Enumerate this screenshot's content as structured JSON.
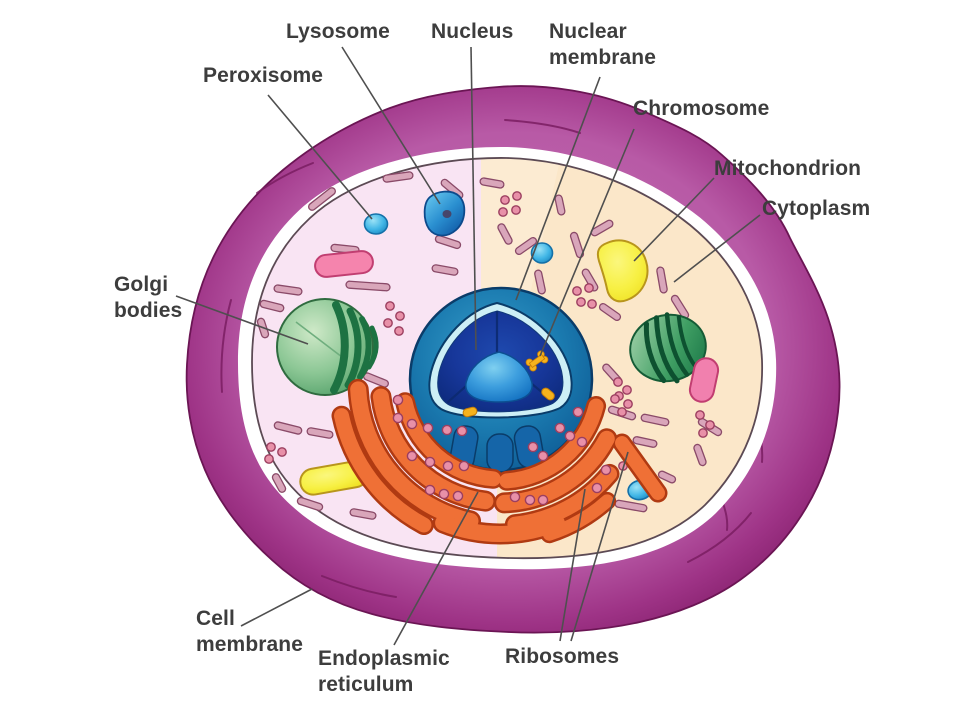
{
  "diagram": {
    "labels": [
      {
        "id": "peroxisome",
        "text": "Peroxisome"
      },
      {
        "id": "lysosome",
        "text": "Lysosome"
      },
      {
        "id": "nucleus",
        "text": "Nucleus"
      },
      {
        "id": "nuclear-membrane",
        "text": "Nuclear membrane"
      },
      {
        "id": "chromosome",
        "text": "Chromosome"
      },
      {
        "id": "mitochondrion",
        "text": "Mitochondrion"
      },
      {
        "id": "cytoplasm",
        "text": "Cytoplasm"
      },
      {
        "id": "golgi-bodies",
        "text": "Golgi bodies"
      },
      {
        "id": "cell-membrane",
        "text": "Cell membrane"
      },
      {
        "id": "endoplasmic-reticulum",
        "text": "Endoplasmic reticulum"
      },
      {
        "id": "ribosomes",
        "text": "Ribosomes"
      }
    ],
    "colors": {
      "background": "#ffffff",
      "cell_membrane_outer": "#871f6e",
      "cell_membrane_inner": "#bb60aa",
      "cytoplasm_left": "#f9e4f3",
      "cytoplasm_right": "#fbe7c9",
      "nucleus_outer": "#1b7bb0",
      "nucleoplasm": "#17379a",
      "nuclear_membrane_rim": "#cdeff6",
      "nucleolus": "#3d9ede",
      "chromosome_yellow": "#f6b31d",
      "endoplasmic_reticulum_orange": "#ef7036",
      "ribosome_pink": "#e890a8",
      "golgi_green": "#3f9e63",
      "mitochondrion_yellow": "#f7f043",
      "lysosome_blue": "#1160ac",
      "peroxisome_cyan": "#2da2da",
      "rod_pink": "#d9a6ba",
      "label_text": "#3d3d3d",
      "leader_line": "#4f4f4f"
    }
  }
}
